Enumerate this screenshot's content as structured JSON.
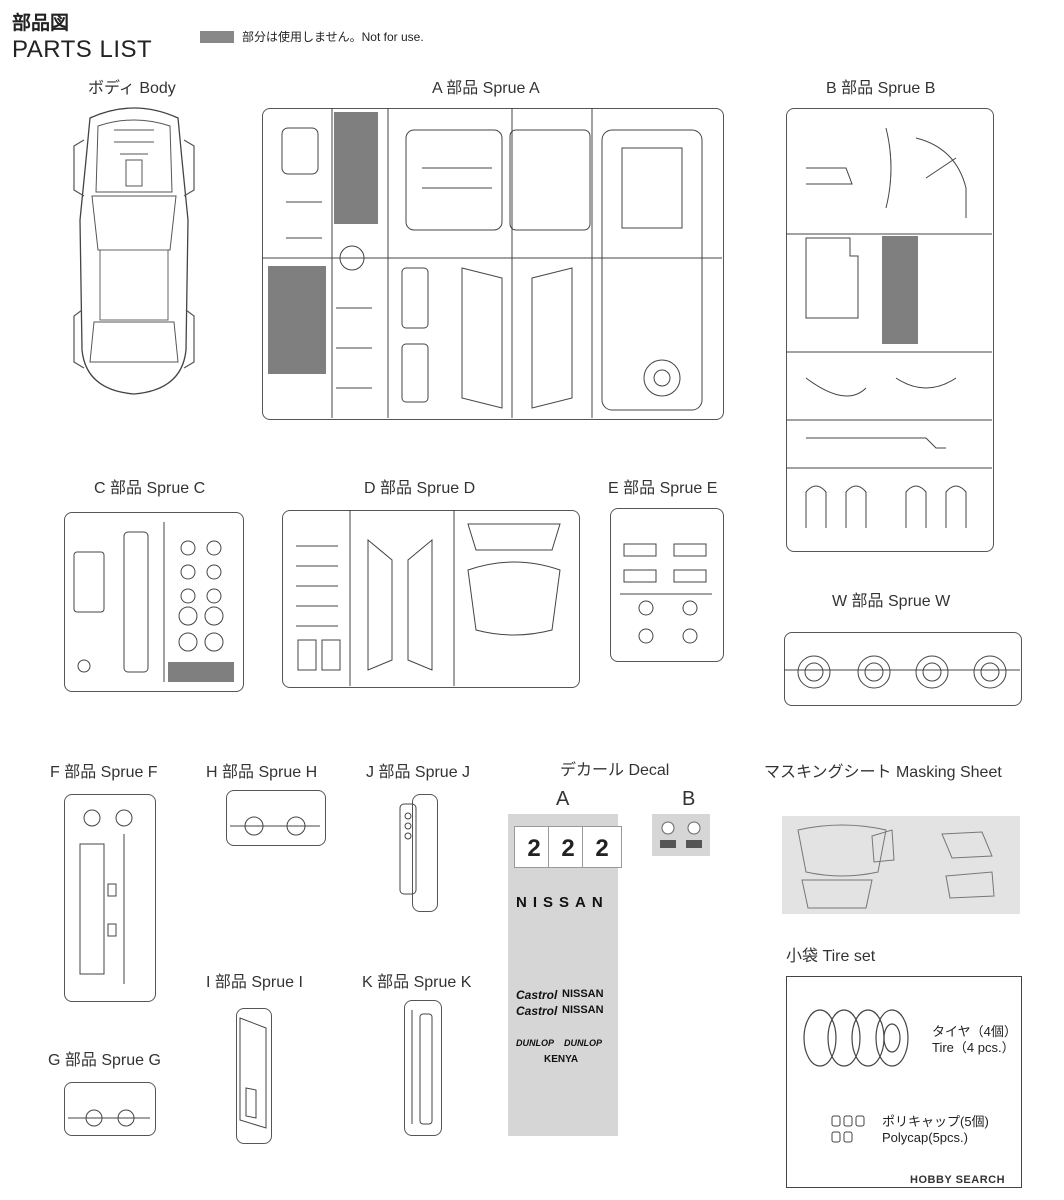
{
  "header": {
    "title_ja": "部品図",
    "title_en": "PARTS LIST",
    "legend_text": "部分は使用しません。Not for use."
  },
  "sections": {
    "body": "ボディ Body",
    "sprue_a": "A 部品 Sprue A",
    "sprue_b": "B 部品 Sprue B",
    "sprue_c": "C 部品 Sprue C",
    "sprue_d": "D 部品 Sprue D",
    "sprue_e": "E 部品 Sprue E",
    "sprue_w": "W 部品 Sprue W",
    "sprue_f": "F 部品 Sprue F",
    "sprue_h": "H 部品 Sprue H",
    "sprue_j": "J 部品 Sprue J",
    "decal": "デカール Decal",
    "masking": "マスキングシート Masking Sheet",
    "sprue_i": "I 部品 Sprue I",
    "sprue_k": "K 部品 Sprue K",
    "sprue_g": "G 部品 Sprue G",
    "tire_set": "小袋 Tire set"
  },
  "decal": {
    "sheet_a_label": "A",
    "sheet_b_label": "B",
    "race_number": "2",
    "nissan_text": "NISSAN",
    "castrol_text": "Castrol",
    "dunlop_text": "DUNLOP",
    "kenya_text": "KENYA"
  },
  "tire_set": {
    "tire_ja": "タイヤ（4個）",
    "tire_en": "Tire（4 pcs.）",
    "polycap_ja": "ポリキャップ(5個)",
    "polycap_en": "Polycap(5pcs.)"
  },
  "watermark": "HOBBY SEARCH",
  "colors": {
    "not_for_use_gray": "#7f7f7f",
    "decal_sheet_gray": "#d6d6d6",
    "outline": "#555555"
  }
}
